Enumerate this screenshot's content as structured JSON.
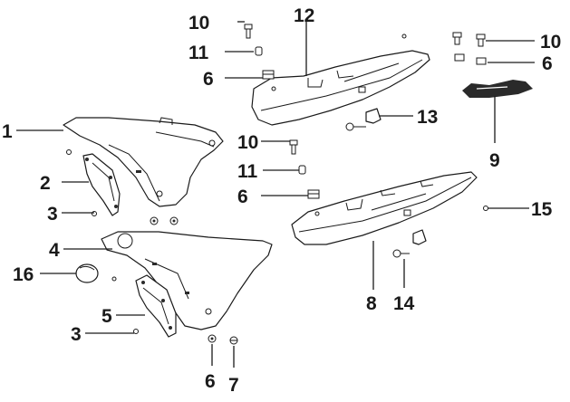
{
  "diagram": {
    "callouts": {
      "c1": "1",
      "c2": "2",
      "c3a": "3",
      "c3b": "3",
      "c4": "4",
      "c5": "5",
      "c6a": "6",
      "c6b": "6",
      "c6c": "6",
      "c6d": "6",
      "c7": "7",
      "c8": "8",
      "c9": "9",
      "c10a": "10",
      "c10b": "10",
      "c10c": "10",
      "c11a": "11",
      "c11b": "11",
      "c12": "12",
      "c13": "13",
      "c14": "14",
      "c15": "15",
      "c16": "16"
    }
  }
}
